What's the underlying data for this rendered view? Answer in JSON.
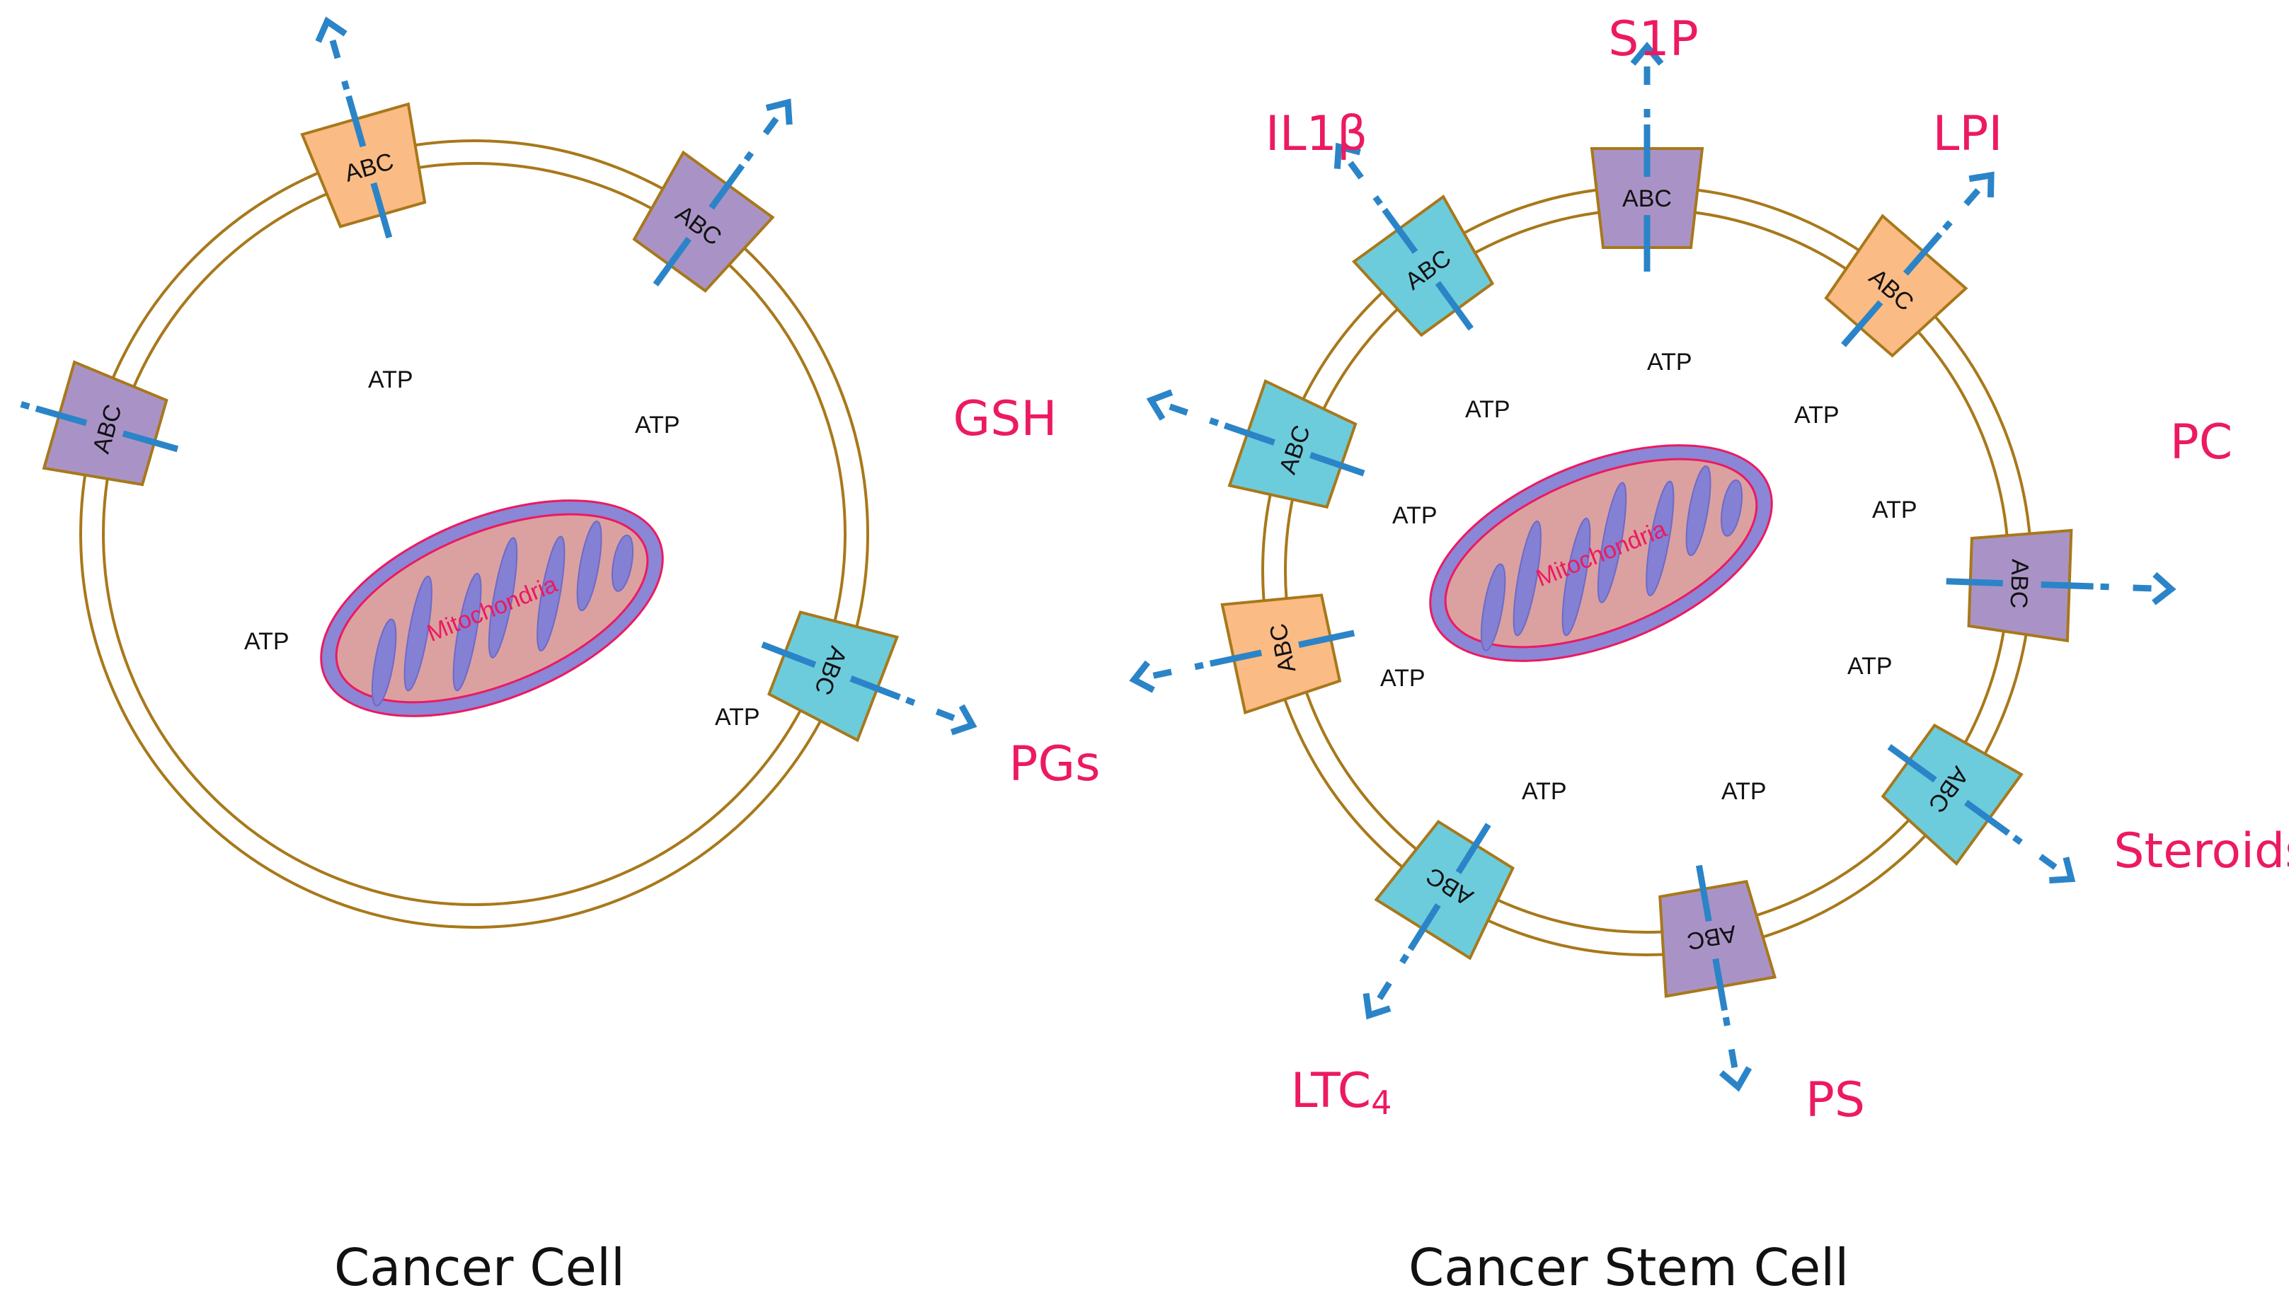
{
  "colors": {
    "membrane": "#a8781a",
    "arrow": "#2b84c7",
    "label": "#ec1a60",
    "abc_orange": "#fbbb84",
    "abc_purple": "#a993c6",
    "abc_cyan": "#6cccdc",
    "mito_outer": "#8b86d6",
    "mito_inner": "#dba1a1",
    "mito_cristae": "#8480d4"
  },
  "transporter_label": "ABC",
  "energy_label": "ATP",
  "cancer_cell": {
    "caption": "Cancer Cell",
    "mitochondria_label": "Mitochondria",
    "transporters": [
      {
        "color": "orange"
      },
      {
        "color": "purple"
      },
      {
        "color": "purple"
      },
      {
        "color": "cyan"
      }
    ]
  },
  "cancer_stem_cell": {
    "caption": "Cancer Stem Cell",
    "mitochondria_label": "Mitochondria",
    "transporters": [
      {
        "color": "purple",
        "substrate": "S1P"
      },
      {
        "color": "orange",
        "substrate": "LPI"
      },
      {
        "color": "purple",
        "substrate": "PC"
      },
      {
        "color": "cyan",
        "substrate": "Steroids"
      },
      {
        "color": "purple",
        "substrate": "PS"
      },
      {
        "color": "cyan",
        "substrate": "LTC",
        "substrate_sub": "4"
      },
      {
        "color": "orange",
        "substrate": "PGs"
      },
      {
        "color": "cyan",
        "substrate": "GSH"
      },
      {
        "color": "cyan",
        "substrate": "IL1β"
      }
    ]
  }
}
